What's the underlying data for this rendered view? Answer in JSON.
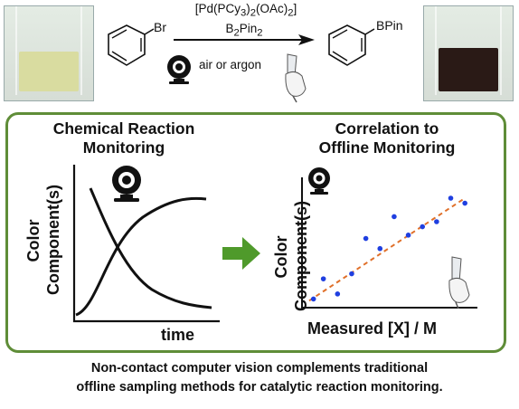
{
  "scheme": {
    "reactant_label": "Br",
    "product_label": "BPin",
    "catalyst": "[Pd(PCy3)2(OAc)2]",
    "reagent": "B2Pin2",
    "condition": "air or argon",
    "colors": {
      "vial_start": "#d9dca0",
      "vial_end": "#2a1a16",
      "panel_border": "#5f8d38",
      "arrow": "#4f9a2b"
    }
  },
  "left_panel": {
    "title_line1": "Chemical Reaction",
    "title_line2": "Monitoring",
    "ylabel_line1": "Color",
    "ylabel_line2": "Component(s)",
    "xlabel": "time"
  },
  "right_panel": {
    "title_line1": "Correlation to",
    "title_line2": "Offline Monitoring",
    "ylabel_line1": "Color",
    "ylabel_line2": "Component(s)",
    "xlabel": "Measured [X] / M"
  },
  "icons": [
    "webcam-icon",
    "pipette-hand-icon",
    "green-arrow-icon"
  ],
  "caption_line1": "Non-contact computer vision complements traditional",
  "caption_line2": "offline sampling methods for catalytic reaction monitoring.",
  "chart_data": {
    "type": "scatter",
    "points": [
      [
        0.3,
        0.3
      ],
      [
        1,
        1.5
      ],
      [
        2,
        0.6
      ],
      [
        3,
        1.8
      ],
      [
        4,
        3.9
      ],
      [
        5,
        3.3
      ],
      [
        6,
        5.2
      ],
      [
        7,
        4.1
      ],
      [
        8,
        4.6
      ],
      [
        9,
        4.9
      ],
      [
        10,
        6.3
      ],
      [
        11,
        6.0
      ]
    ],
    "trendline": "dashed",
    "point_color": "#1f3fe0",
    "trend_color": "#e0702a"
  }
}
